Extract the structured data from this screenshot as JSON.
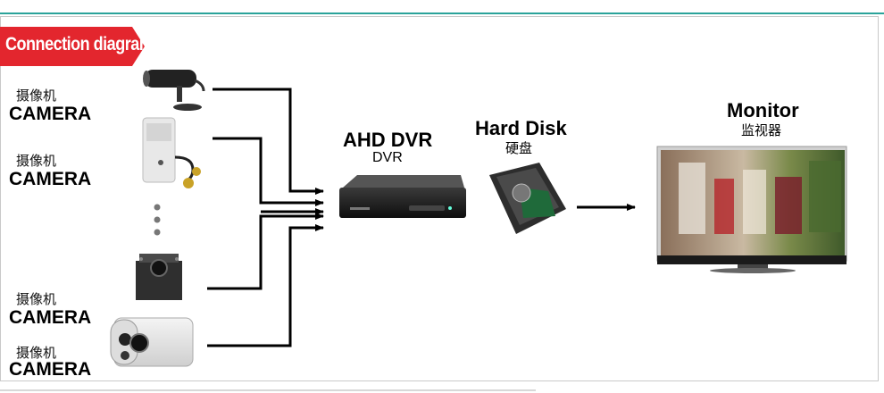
{
  "banner": {
    "text": "Connection diagram",
    "color": "#e3262e"
  },
  "cameras": [
    {
      "cn": "摄像机",
      "en": "CAMERA"
    },
    {
      "cn": "摄像机",
      "en": "CAMERA"
    },
    {
      "cn": "摄像机",
      "en": "CAMERA"
    },
    {
      "cn": "摄像机",
      "en": "CAMERA"
    }
  ],
  "dvr": {
    "title": "AHD DVR",
    "subtitle": "DVR"
  },
  "disk": {
    "title": "Hard Disk",
    "subtitle": "硬盘"
  },
  "monitor": {
    "title": "Monitor",
    "subtitle": "监视器"
  },
  "colors": {
    "accent_line": "#2aa39a",
    "arrow": "#000000"
  }
}
